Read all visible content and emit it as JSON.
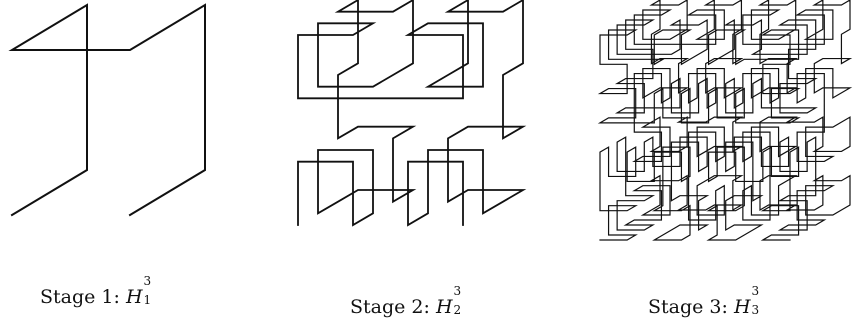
{
  "figure": {
    "panels": [
      {
        "id": "stage-1",
        "stage": 1,
        "caption_text": "Stage 1:",
        "symbol": "H",
        "superscript": "3",
        "subscript": "1"
      },
      {
        "id": "stage-2",
        "stage": 2,
        "caption_text": "Stage 2:",
        "symbol": "H",
        "superscript": "3",
        "subscript": "2"
      },
      {
        "id": "stage-3",
        "stage": 3,
        "caption_text": "Stage 3:",
        "symbol": "H",
        "superscript": "3",
        "subscript": "3"
      }
    ],
    "colors": {
      "curve": "#111111",
      "background": "#ffffff"
    }
  }
}
